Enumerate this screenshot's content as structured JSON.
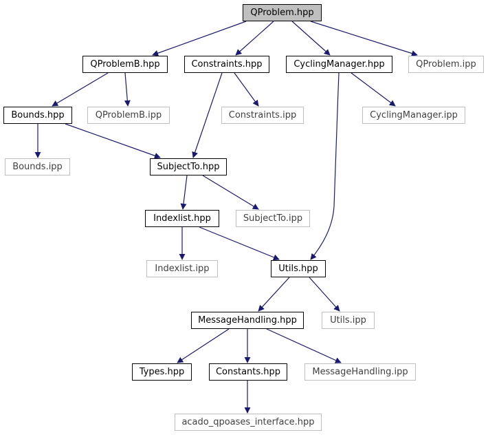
{
  "graph": {
    "edge_color": "#191970",
    "nodes": {
      "qproblem_hpp": "QProblem.hpp",
      "qproblemb_hpp": "QProblemB.hpp",
      "constraints_hpp": "Constraints.hpp",
      "cyclingmanager_hpp": "CyclingManager.hpp",
      "qproblem_ipp": "QProblem.ipp",
      "bounds_hpp": "Bounds.hpp",
      "qproblemb_ipp": "QProblemB.ipp",
      "constraints_ipp": "Constraints.ipp",
      "cyclingmanager_ipp": "CyclingManager.ipp",
      "bounds_ipp": "Bounds.ipp",
      "subjectto_hpp": "SubjectTo.hpp",
      "indexlist_hpp": "Indexlist.hpp",
      "subjectto_ipp": "SubjectTo.ipp",
      "indexlist_ipp": "Indexlist.ipp",
      "utils_hpp": "Utils.hpp",
      "messagehandling_hpp": "MessageHandling.hpp",
      "utils_ipp": "Utils.ipp",
      "types_hpp": "Types.hpp",
      "constants_hpp": "Constants.hpp",
      "messagehandling_ipp": "MessageHandling.ipp",
      "acado_interface_hpp": "acado_qpoases_interface.hpp"
    },
    "edges": [
      [
        "qproblem_hpp",
        "qproblemb_hpp"
      ],
      [
        "qproblem_hpp",
        "constraints_hpp"
      ],
      [
        "qproblem_hpp",
        "cyclingmanager_hpp"
      ],
      [
        "qproblem_hpp",
        "qproblem_ipp"
      ],
      [
        "qproblemb_hpp",
        "bounds_hpp"
      ],
      [
        "qproblemb_hpp",
        "qproblemb_ipp"
      ],
      [
        "constraints_hpp",
        "subjectto_hpp"
      ],
      [
        "constraints_hpp",
        "constraints_ipp"
      ],
      [
        "cyclingmanager_hpp",
        "cyclingmanager_ipp"
      ],
      [
        "cyclingmanager_hpp",
        "utils_hpp"
      ],
      [
        "bounds_hpp",
        "bounds_ipp"
      ],
      [
        "bounds_hpp",
        "subjectto_hpp"
      ],
      [
        "subjectto_hpp",
        "indexlist_hpp"
      ],
      [
        "subjectto_hpp",
        "subjectto_ipp"
      ],
      [
        "indexlist_hpp",
        "indexlist_ipp"
      ],
      [
        "indexlist_hpp",
        "utils_hpp"
      ],
      [
        "utils_hpp",
        "messagehandling_hpp"
      ],
      [
        "utils_hpp",
        "utils_ipp"
      ],
      [
        "messagehandling_hpp",
        "types_hpp"
      ],
      [
        "messagehandling_hpp",
        "constants_hpp"
      ],
      [
        "messagehandling_hpp",
        "messagehandling_ipp"
      ],
      [
        "constants_hpp",
        "acado_interface_hpp"
      ]
    ]
  }
}
